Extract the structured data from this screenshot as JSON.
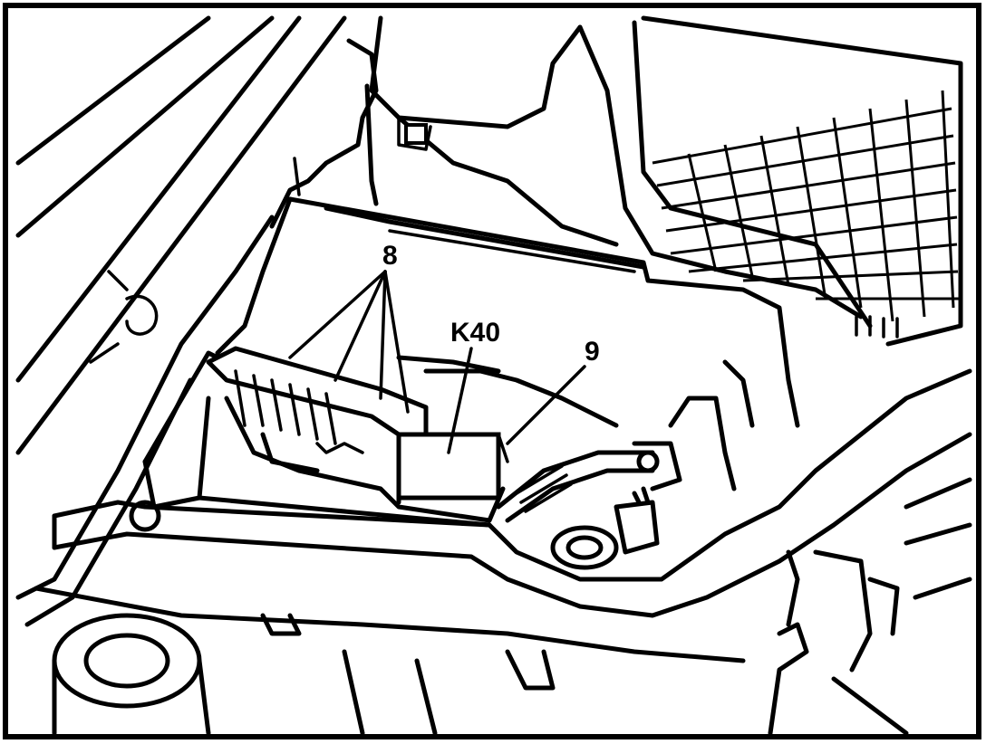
{
  "callouts": {
    "label_8": "8",
    "label_k40": "K40",
    "label_9": "9"
  },
  "colors": {
    "ink": "#000000",
    "paper": "#ffffff"
  }
}
